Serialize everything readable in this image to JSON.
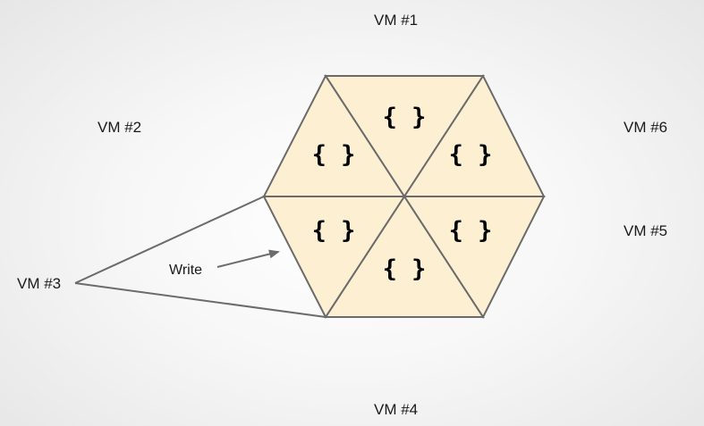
{
  "nodes": {
    "vm1": "VM #1",
    "vm2": "VM #2",
    "vm3": "VM #3",
    "vm4": "VM #4",
    "vm5": "VM #5",
    "vm6": "VM #6"
  },
  "hexagon": {
    "slice_symbol": "{ }",
    "slice_fill": "#fdf0d2",
    "stroke_color": "#6b6b6b"
  },
  "arrow": {
    "label": "Write"
  }
}
